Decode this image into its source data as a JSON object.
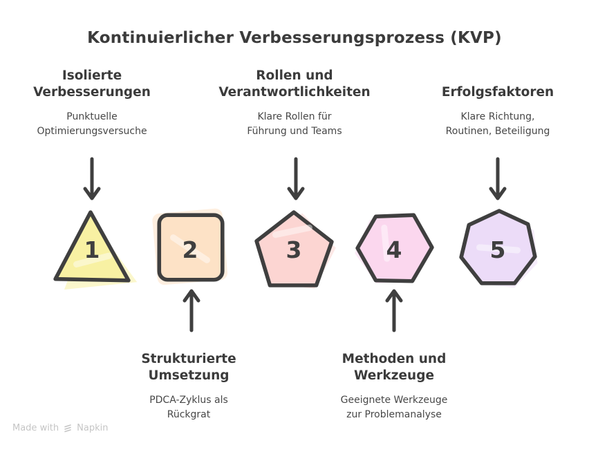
{
  "title": "Kontinuierlicher Verbesserungsprozess (KVP)",
  "top_labels": [
    {
      "heading": "Isolierte\nVerbesserungen",
      "subtext": "Punktuelle\nOptimierungsversuche"
    },
    {
      "heading": "Rollen und\nVerantwortlichkeiten",
      "subtext": "Klare Rollen für\nFührung und Teams"
    },
    {
      "heading": "Erfolgsfaktoren",
      "subtext": "Klare Richtung,\nRoutinen, Beteiligung"
    }
  ],
  "bottom_labels": [
    {
      "heading": "Strukturierte\nUmsetzung",
      "subtext": "PDCA-Zyklus als\nRückgrat"
    },
    {
      "heading": "Methoden und\nWerkzeuge",
      "subtext": "Geeignete Werkzeuge\nzur Problemanalyse"
    }
  ],
  "shapes": [
    {
      "number": "1",
      "kind": "triangle",
      "fill": "#f8f1a3"
    },
    {
      "number": "2",
      "kind": "square",
      "fill": "#fde2c6"
    },
    {
      "number": "3",
      "kind": "pentagon",
      "fill": "#fcd5d2"
    },
    {
      "number": "4",
      "kind": "hexagon",
      "fill": "#fbd7ee"
    },
    {
      "number": "5",
      "kind": "heptagon",
      "fill": "#ecdcf8"
    }
  ],
  "colors": {
    "ink": "#3f3f3f",
    "triangle": "#f8f1a3",
    "square": "#fde2c6",
    "pentagon": "#fcd5d2",
    "hexagon": "#fbd7ee",
    "heptagon": "#ecdcf8",
    "footer_gray": "#c5c5c5"
  },
  "footer": {
    "made_with": "Made with",
    "brand": "Napkin"
  }
}
